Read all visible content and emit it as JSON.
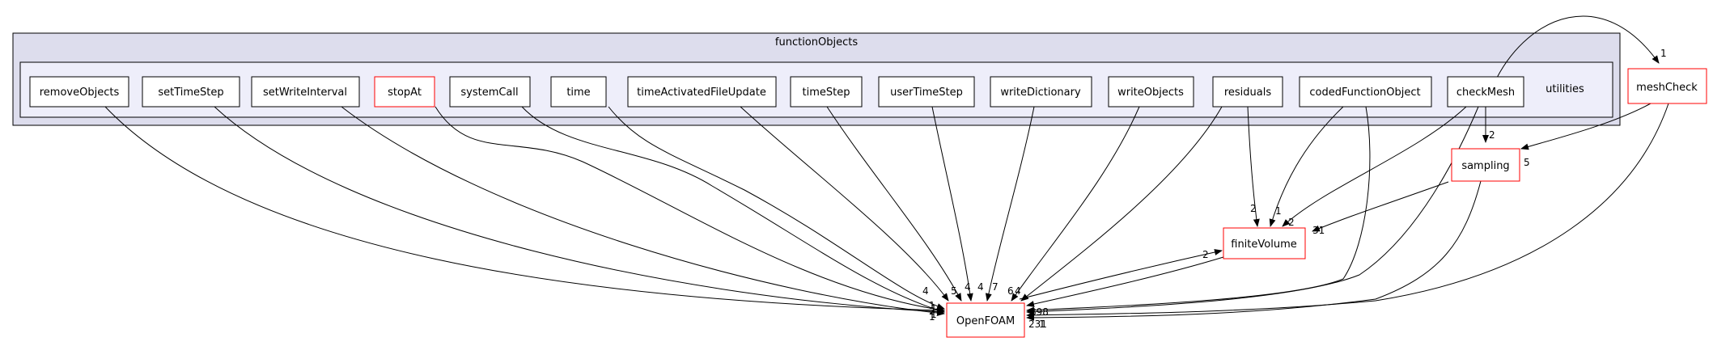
{
  "diagram": {
    "colors": {
      "outer_fill": "#dddded",
      "inner_fill": "#eeeefa",
      "border": "#000000",
      "highlight_border": "#ff0000",
      "edge": "#000000"
    },
    "clusters": {
      "outer_title": "functionObjects",
      "inner_title": "utilities"
    },
    "nodes": {
      "removeObjects": "removeObjects",
      "setTimeStep": "setTimeStep",
      "setWriteInterval": "setWriteInterval",
      "stopAt": "stopAt",
      "systemCall": "systemCall",
      "time": "time",
      "timeActivatedFileUpdate": "timeActivatedFileUpdate",
      "timeStep": "timeStep",
      "userTimeStep": "userTimeStep",
      "writeDictionary": "writeDictionary",
      "writeObjects": "writeObjects",
      "residuals": "residuals",
      "codedFunctionObject": "codedFunctionObject",
      "checkMesh": "checkMesh",
      "meshCheck": "meshCheck",
      "sampling": "sampling",
      "finiteVolume": "finiteVolume",
      "OpenFOAM": "OpenFOAM"
    },
    "edge_labels": {
      "checkMesh_meshCheck": "1",
      "checkMesh_sampling": "2",
      "meshCheck_sampling": "5",
      "sampling_finiteVolume": "31",
      "residuals_finiteVolume": "2",
      "codedFunctionObject_finiteVolume": "1",
      "checkMesh_finiteVolume": "2",
      "OpenFOAM_finiteVolume": "2",
      "timeActivatedFileUpdate_OpenFOAM": "5",
      "timeStep_OpenFOAM": "4",
      "userTimeStep_OpenFOAM": "4",
      "writeDictionary_OpenFOAM": "7",
      "writeObjects_OpenFOAM": "6",
      "residuals_OpenFOAM": "4",
      "time_OpenFOAM": "4",
      "finiteVolume_OpenFOAM": "898",
      "sampling_OpenFOAM": "231",
      "meshCheck_OpenFOAM": "1",
      "systemCall_OpenFOAM": "1",
      "stopAt_OpenFOAM": "2",
      "setWriteInterval_OpenFOAM": "1",
      "setTimeStep_OpenFOAM": "1",
      "removeObjects_OpenFOAM": "1"
    }
  }
}
